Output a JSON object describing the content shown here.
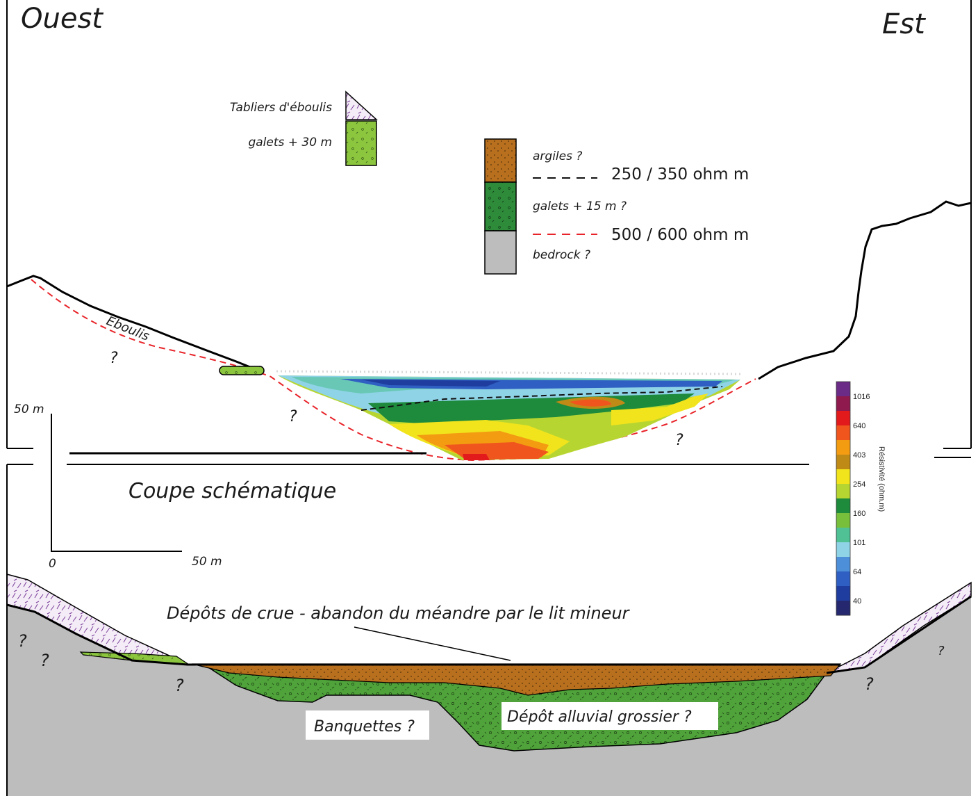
{
  "orientation": {
    "west": "Ouest",
    "east": "Est"
  },
  "legend_top": {
    "scree": "Tabliers d'éboulis",
    "pebbles_30": "galets + 30 m"
  },
  "legend_column": {
    "clays": "argiles ?",
    "line_black": "250 / 350 ohm m",
    "pebbles_15": "galets + 15 m ?",
    "line_red": "500 / 600 ohm m",
    "bedrock": "bedrock ?"
  },
  "section_labels": {
    "eboulis": "Eboulis",
    "question": "?",
    "title": "Coupe schématique",
    "flood": "Dépôts de crue - abandon du méandre par le lit mineur",
    "banquettes": "Banquettes ?",
    "alluvial": "Dépôt alluvial grossier ?"
  },
  "scale": {
    "vertical": "50 m",
    "origin": "0",
    "horizontal": "50 m"
  },
  "colorbar": {
    "title": "Résistivité (ohm.m)",
    "ticks": [
      "1016",
      "640",
      "403",
      "254",
      "160",
      "101",
      "64",
      "40"
    ],
    "colors": [
      "#6a2c86",
      "#8e1a4e",
      "#e31a1c",
      "#f0551e",
      "#f39c12",
      "#c08a17",
      "#f1e41c",
      "#b7d531",
      "#1e8a3c",
      "#78bf3c",
      "#4fc195",
      "#8fd3e6",
      "#4d90d9",
      "#2f5fc2",
      "#1f3d9e",
      "#25286e"
    ]
  },
  "colors": {
    "clay": "#b8701e",
    "pebbles_light": "#8cc63f",
    "pebbles_dark": "#2e8b3a",
    "bedrock": "#bdbdbd",
    "scree": "#f2e8f5",
    "red_dash": "#e8242a"
  }
}
